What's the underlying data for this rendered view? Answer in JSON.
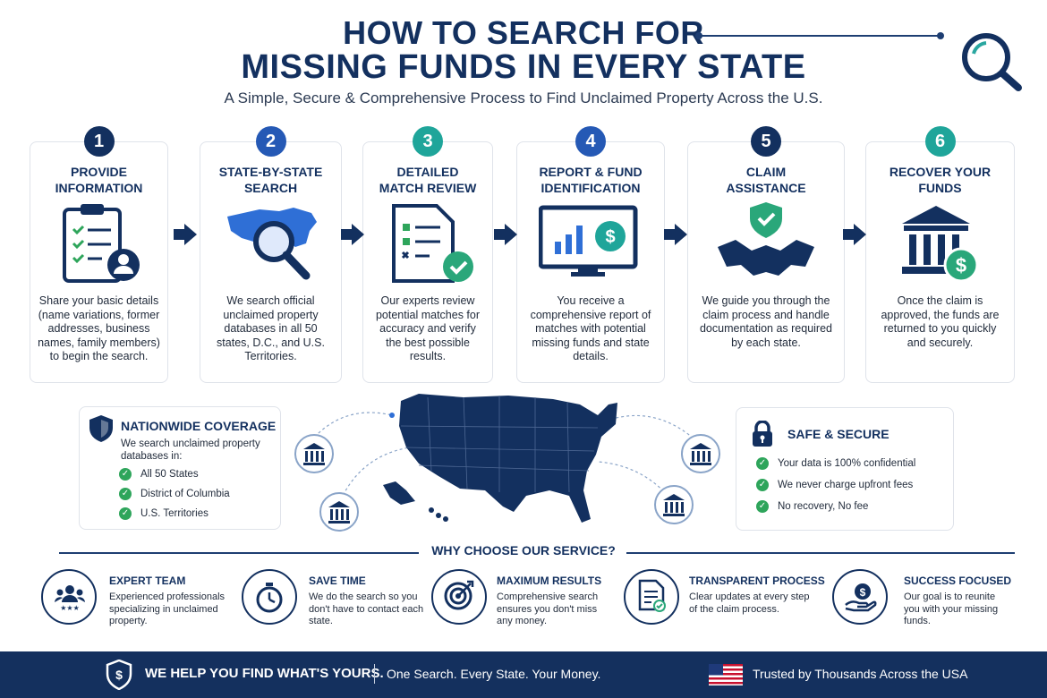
{
  "header": {
    "title_line1": "HOW TO SEARCH FOR",
    "title_line2": "MISSING FUNDS IN EVERY STATE",
    "subtitle": "A Simple, Secure & Comprehensive Process to Find Unclaimed Property Across the U.S."
  },
  "steps": [
    {
      "number": "1",
      "title": "PROVIDE\nINFORMATION",
      "color": "#13305f",
      "description": "Share your basic details (name variations, former addresses, business names, family members) to begin the search."
    },
    {
      "number": "2",
      "title": "STATE-BY-STATE\nSEARCH",
      "color": "#2559b5",
      "description": "We search official unclaimed property databases in all 50 states, D.C., and U.S. Territories."
    },
    {
      "number": "3",
      "title": "DETAILED\nMATCH REVIEW",
      "color": "#1fa59a",
      "description": "Our experts review potential matches for accuracy and verify the best possible results."
    },
    {
      "number": "4",
      "title": "REPORT & FUND\nIDENTIFICATION",
      "color": "#2559b5",
      "description": "You receive a comprehensive report of matches with potential missing funds and state details."
    },
    {
      "number": "5",
      "title": "CLAIM\nASSISTANCE",
      "color": "#13305f",
      "description": "We guide you through the claim process and handle documentation as required by each state."
    },
    {
      "number": "6",
      "title": "RECOVER YOUR\nFUNDS",
      "color": "#1fa59a",
      "description": "Once the claim is approved, the funds are returned to you quickly and securely."
    }
  ],
  "coverage": {
    "title": "NATIONWIDE COVERAGE",
    "intro": "We search unclaimed property databases in:",
    "items": [
      "All 50 States",
      "District of Columbia",
      "U.S. Territories"
    ]
  },
  "secure": {
    "title": "SAFE & SECURE",
    "items": [
      "Your data is 100% confidential",
      "We never charge upfront fees",
      "No recovery, No fee"
    ]
  },
  "why": {
    "title": "WHY CHOOSE OUR SERVICE?",
    "features": [
      {
        "title": "EXPERT TEAM",
        "description": "Experienced professionals specializing in unclaimed property.",
        "icon": "team-icon"
      },
      {
        "title": "SAVE TIME",
        "description": "We do the search so you don't have to contact each state.",
        "icon": "stopwatch-icon"
      },
      {
        "title": "MAXIMUM RESULTS",
        "description": "Comprehensive search ensures you don't miss any money.",
        "icon": "target-icon"
      },
      {
        "title": "TRANSPARENT PROCESS",
        "description": "Clear updates at every step of the claim process.",
        "icon": "document-check-icon"
      },
      {
        "title": "SUCCESS FOCUSED",
        "description": "Our goal is to reunite you with your missing funds.",
        "icon": "hand-money-icon"
      }
    ]
  },
  "footer": {
    "tagline": "WE HELP YOU FIND WHAT'S YOURS.",
    "slogan": "One Search. Every State. Your Money.",
    "trust": "Trusted by Thousands Across the USA"
  },
  "colors": {
    "navy": "#13305f",
    "blue": "#2559b5",
    "teal": "#1fa59a",
    "green": "#2ea55b"
  }
}
